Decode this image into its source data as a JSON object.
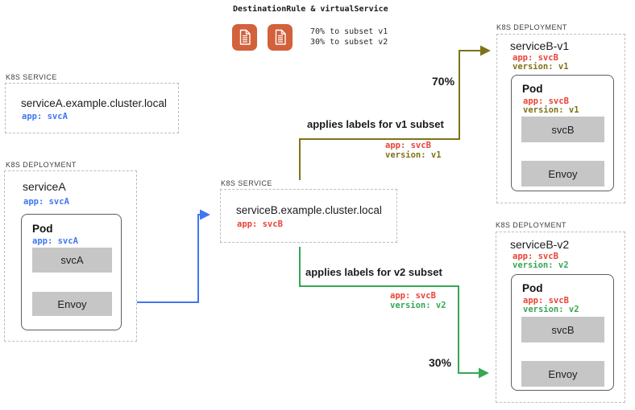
{
  "header": {
    "title": "DestinationRule & virtualService",
    "icons": [
      "document-icon",
      "document-icon"
    ],
    "split_lines": [
      "70% to subset v1",
      "30% to subset v2"
    ]
  },
  "service_a": {
    "kind": "K8S SERVICE",
    "name": "serviceA.example.cluster.local",
    "app_label": "app: svcA"
  },
  "deployment_a": {
    "kind": "K8S DEPLOYMENT",
    "name": "serviceA",
    "app_label": "app: svcA",
    "pod": {
      "title": "Pod",
      "app_label": "app: svcA",
      "containers": [
        "svcA",
        "Envoy"
      ]
    }
  },
  "service_b": {
    "kind": "K8S SERVICE",
    "name": "serviceB.example.cluster.local",
    "app_label": "app: svcB"
  },
  "deployment_b_v1": {
    "kind": "K8S DEPLOYMENT",
    "name": "serviceB-v1",
    "app_label": "app: svcB",
    "version_label": "version: v1",
    "pod": {
      "title": "Pod",
      "app_label": "app: svcB",
      "version_label": "version: v1",
      "containers": [
        "svcB",
        "Envoy"
      ]
    }
  },
  "deployment_b_v2": {
    "kind": "K8S DEPLOYMENT",
    "name": "serviceB-v2",
    "app_label": "app: svcB",
    "version_label": "version: v2",
    "pod": {
      "title": "Pod",
      "app_label": "app: svcB",
      "version_label": "version: v2",
      "containers": [
        "svcB",
        "Envoy"
      ]
    }
  },
  "routes": {
    "v1": {
      "percent": "70%",
      "caption": "applies labels for v1 subset",
      "app_label": "app: svcB",
      "version_label": "version: v1"
    },
    "v2": {
      "percent": "30%",
      "caption": "applies labels for v2 subset",
      "app_label": "app: svcB",
      "version_label": "version: v2"
    }
  },
  "colors": {
    "blue": "#4175f1",
    "red": "#e94335",
    "olive": "#7e7318",
    "green": "#34a853",
    "orange": "#d2613c",
    "container_gray": "#c6c6c6"
  }
}
